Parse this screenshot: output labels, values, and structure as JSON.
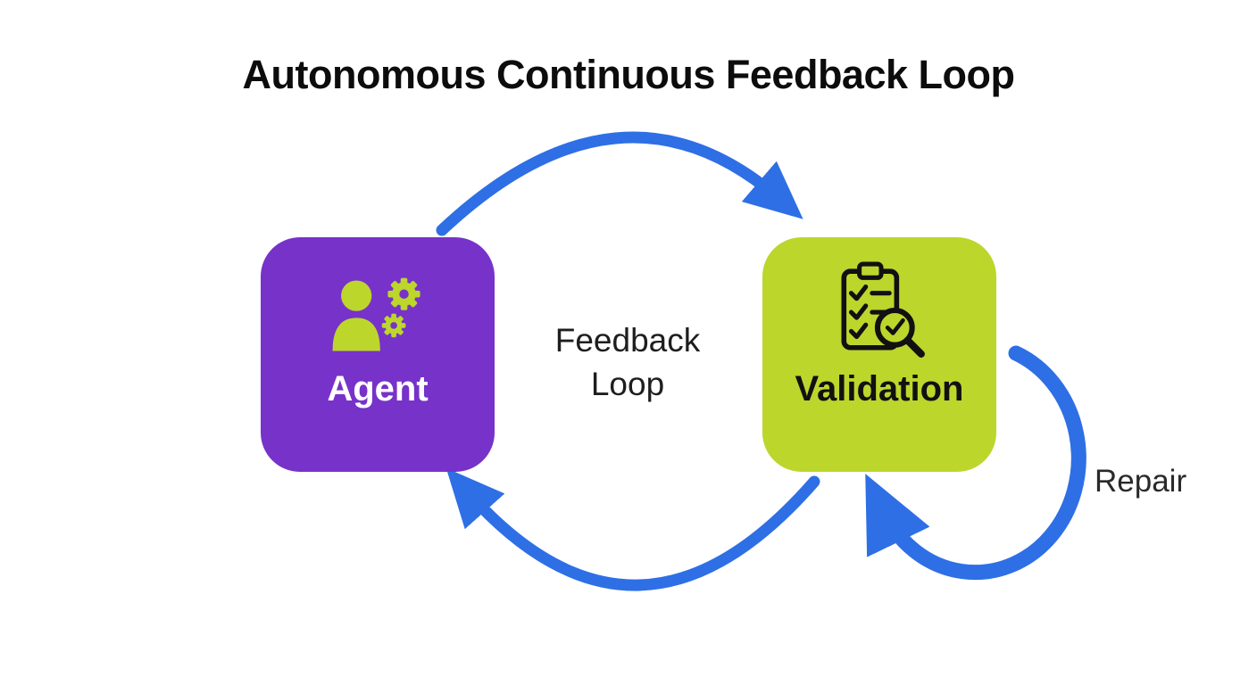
{
  "title": "Autonomous Continuous Feedback Loop",
  "nodes": {
    "agent": {
      "label": "Agent",
      "box_color": "#7732C9",
      "label_color": "#FFFFFF",
      "icon": "user-with-gears-icon",
      "icon_color": "#BCD62C"
    },
    "validation": {
      "label": "Validation",
      "box_color": "#BCD62C",
      "label_color": "#111111",
      "icon": "checklist-magnifier-icon",
      "icon_color": "#111111"
    }
  },
  "labels": {
    "feedback_line1": "Feedback",
    "feedback_line2": "Loop",
    "repair": "Repair"
  },
  "arrows": {
    "color": "#2E6FE5",
    "top": "agent-to-validation",
    "bottom": "validation-to-agent",
    "self_loop": "validation-repair-loop"
  }
}
